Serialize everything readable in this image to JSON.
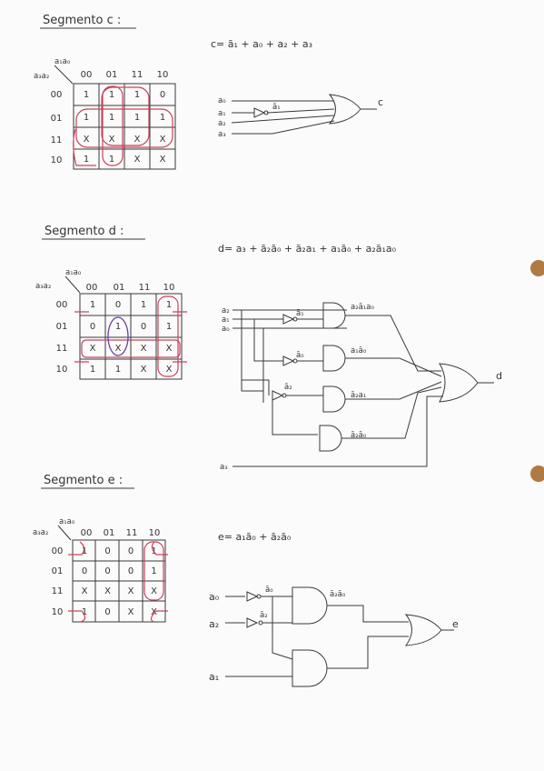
{
  "sections": [
    {
      "id": "c",
      "title": "Segmento c :",
      "equation": "c= ā₁ + a₀ + a₂ + a₃",
      "kmap_col_var": "a₁a₀",
      "kmap_row_var": "a₃a₂",
      "col_headers": [
        "00",
        "01",
        "11",
        "10"
      ],
      "row_headers": [
        "00",
        "01",
        "11",
        "10"
      ],
      "cells": [
        [
          "1",
          "1",
          "1",
          "0"
        ],
        [
          "1",
          "1",
          "1",
          "1"
        ],
        [
          "X",
          "X",
          "X",
          "X"
        ],
        [
          "1",
          "1",
          "X",
          "X"
        ]
      ],
      "inputs": [
        "a₀",
        "a₁",
        "a₂",
        "a₃"
      ],
      "not_label": "ā₁",
      "output": "c"
    },
    {
      "id": "d",
      "title": "Segmento d :",
      "equation": "d= a₃ + ā₂ā₀ + ā₂a₁ + a₁ā₀ + a₂ā₁a₀",
      "kmap_col_var": "a₁a₀",
      "kmap_row_var": "a₃a₂",
      "col_headers": [
        "00",
        "01",
        "11",
        "10"
      ],
      "row_headers": [
        "00",
        "01",
        "11",
        "10"
      ],
      "cells": [
        [
          "1",
          "0",
          "1",
          "1"
        ],
        [
          "0",
          "1",
          "0",
          "1"
        ],
        [
          "X",
          "X",
          "X",
          "X"
        ],
        [
          "1",
          "1",
          "X",
          "X"
        ]
      ],
      "inputs": [
        "a₂",
        "a₁",
        "a₀"
      ],
      "not_labels": [
        "ā₁",
        "ā₀",
        "ā₂"
      ],
      "gate_labels": [
        "a₂ā₁a₀",
        "a₁ā₀",
        "ā₂a₁",
        "ā₂ā₀"
      ],
      "input_bottom": "a₃",
      "output": "d"
    },
    {
      "id": "e",
      "title": "Segmento e :",
      "equation": "e= a₁ā₀ + ā₂ā₀",
      "kmap_col_var": "a₁a₀",
      "kmap_row_var": "a₃a₂",
      "col_headers": [
        "00",
        "01",
        "11",
        "10"
      ],
      "row_headers": [
        "00",
        "01",
        "11",
        "10"
      ],
      "cells": [
        [
          "1",
          "0",
          "0",
          "1"
        ],
        [
          "0",
          "0",
          "0",
          "1"
        ],
        [
          "X",
          "X",
          "X",
          "X"
        ],
        [
          "1",
          "0",
          "X",
          "X"
        ]
      ],
      "inputs": [
        "a₀",
        "a₂",
        "a₁"
      ],
      "not_labels": [
        "ā₀",
        "ā₂"
      ],
      "gate_label": "ā₂ā₀",
      "output": "e"
    }
  ]
}
